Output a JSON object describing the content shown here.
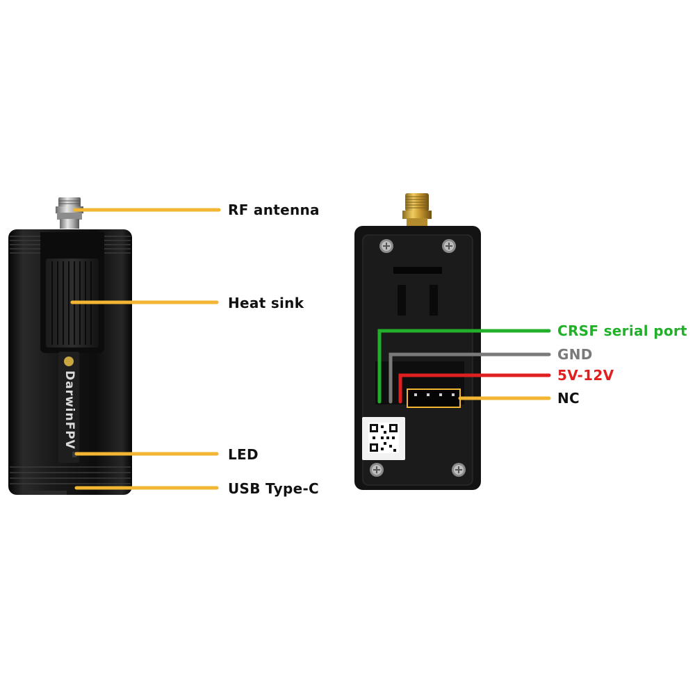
{
  "labels": {
    "rf_antenna": "RF antenna",
    "heat_sink": "Heat sink",
    "led": "LED",
    "usb": "USB Type-C",
    "crsf": "CRSF serial port",
    "gnd": "GND",
    "power": "5V-12V",
    "nc": "NC"
  },
  "brand_text": "DarwinFPV",
  "colors": {
    "leader": "#f2b632",
    "crsf": "#22b02a",
    "gnd": "#7a7a7a",
    "power": "#e02020",
    "body": "#121212",
    "antenna_gold": "#d9a93a"
  },
  "icons": [
    "sma-connector-icon",
    "screw-icon",
    "qr-code-icon"
  ]
}
